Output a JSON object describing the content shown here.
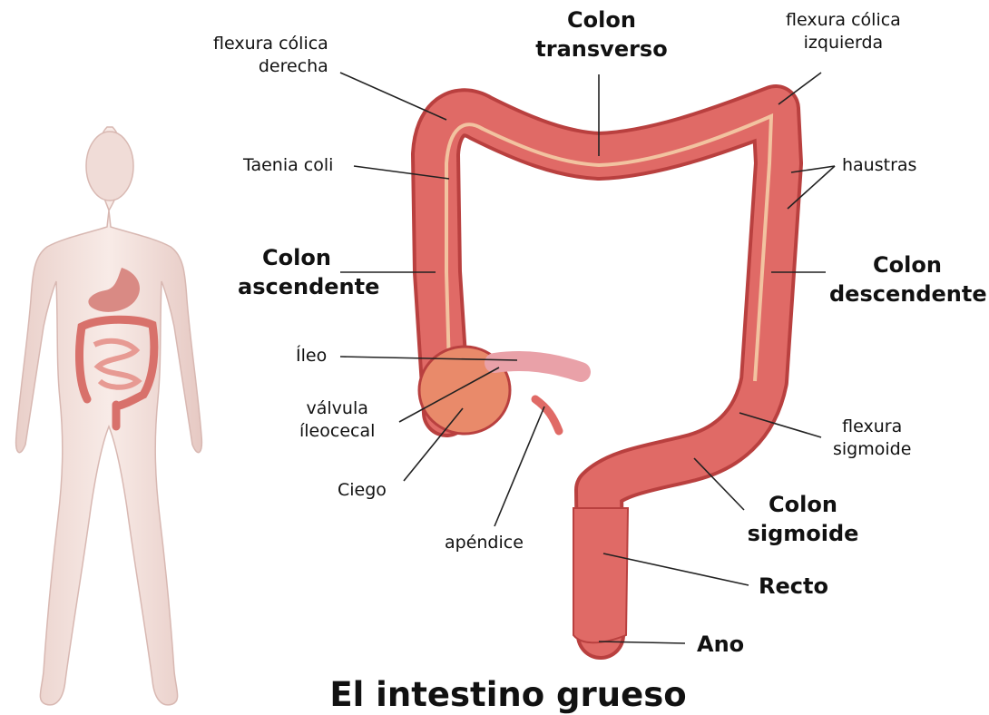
{
  "title": "El intestino grueso",
  "colors": {
    "colon": "#e06a66",
    "colon_dark": "#b9403f",
    "taenia": "#f2c3a0",
    "body": "#f4ddd8",
    "leader": "#222222"
  },
  "labels": {
    "flexura_derecha": "flexura cólica\nderecha",
    "colon_transverso": "Colon\ntransverso",
    "flexura_izquierda": "flexura cólica\nizquierda",
    "taenia_coli": "Taenia coli",
    "haustras": "haustras",
    "colon_ascendente": "Colon\nascendente",
    "colon_descendente": "Colon\ndescendente",
    "ileo": "Íleo",
    "valvula": "válvula\níleocecal",
    "ciego": "Ciego",
    "apendice": "apéndice",
    "flexura_sigmoide": "flexura\nsigmoide",
    "colon_sigmoide": "Colon\nsigmoide",
    "recto": "Recto",
    "ano": "Ano"
  }
}
